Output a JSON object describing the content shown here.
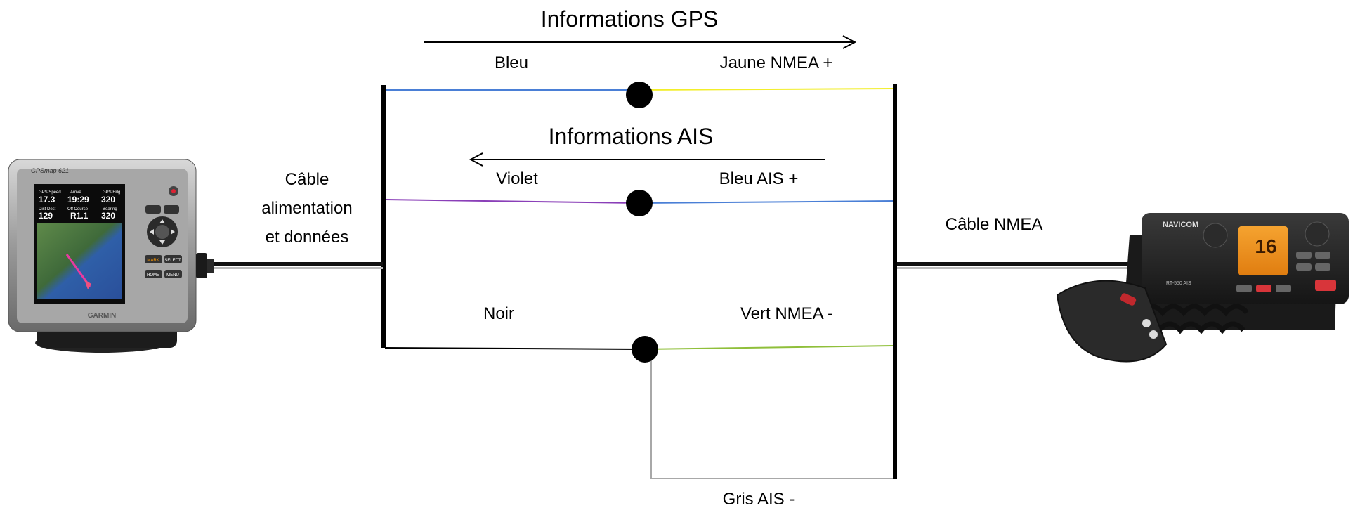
{
  "diagram": {
    "gps_section": {
      "title": "Informations GPS",
      "left_wire_label": "Bleu",
      "right_wire_label": "Jaune NMEA +"
    },
    "ais_section": {
      "title": "Informations AIS",
      "left_wire_label": "Violet",
      "right_wire_label": "Bleu AIS +"
    },
    "ground_section": {
      "left_wire_label": "Noir",
      "right_wire_label": "Vert NMEA -",
      "bottom_wire_label": "Gris AIS -"
    },
    "left_cable": {
      "label_line1": "Câble",
      "label_line2": "alimentation",
      "label_line3": "et données"
    },
    "right_cable": {
      "label": "Câble NMEA"
    },
    "gps_device": {
      "model": "GPSmap 621",
      "brand": "GARMIN",
      "readouts": [
        {
          "label": "GPS Speed",
          "value": "17.3"
        },
        {
          "label": "Arrive",
          "value": "19:29"
        },
        {
          "label": "GPS Hdg",
          "value": "320"
        },
        {
          "label": "Dist Dest",
          "value": "129"
        },
        {
          "label": "Off Course",
          "value": "R1.1"
        },
        {
          "label": "Bearing",
          "value": "320"
        }
      ],
      "buttons": [
        "MARK",
        "SELECT",
        "HOME",
        "MENU"
      ]
    },
    "radio_device": {
      "brand": "NAVICOM",
      "model_label": "RT-550 AIS",
      "channel": "16"
    },
    "colors": {
      "blue": "#4a7fd6",
      "yellow": "#f2ee2a",
      "violet": "#8a3fb8",
      "black": "#000000",
      "green": "#8fbf3a",
      "gray": "#a8a8a8"
    }
  }
}
